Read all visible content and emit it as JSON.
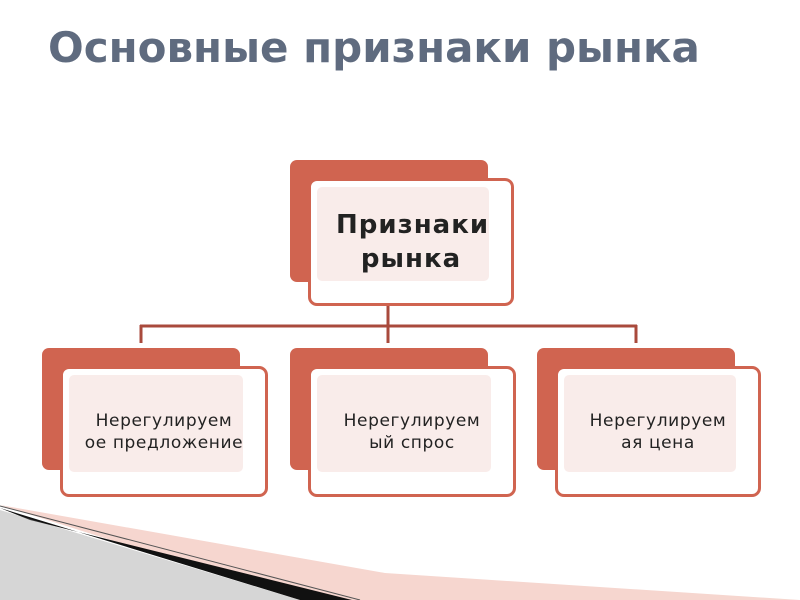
{
  "slide": {
    "title": "Основные признаки рынка"
  },
  "diagram": {
    "root": {
      "label": "Признаки рынка"
    },
    "children": [
      {
        "label": "Нерегулируем ое предложение"
      },
      {
        "label": "Нерегулируем ый спрос"
      },
      {
        "label": "Нерегулируем ая цена"
      }
    ]
  },
  "colors": {
    "title": "#5f6b7f",
    "accent": "#d06450",
    "box_fill": "#f9ecea",
    "connector": "#a94a3c"
  }
}
